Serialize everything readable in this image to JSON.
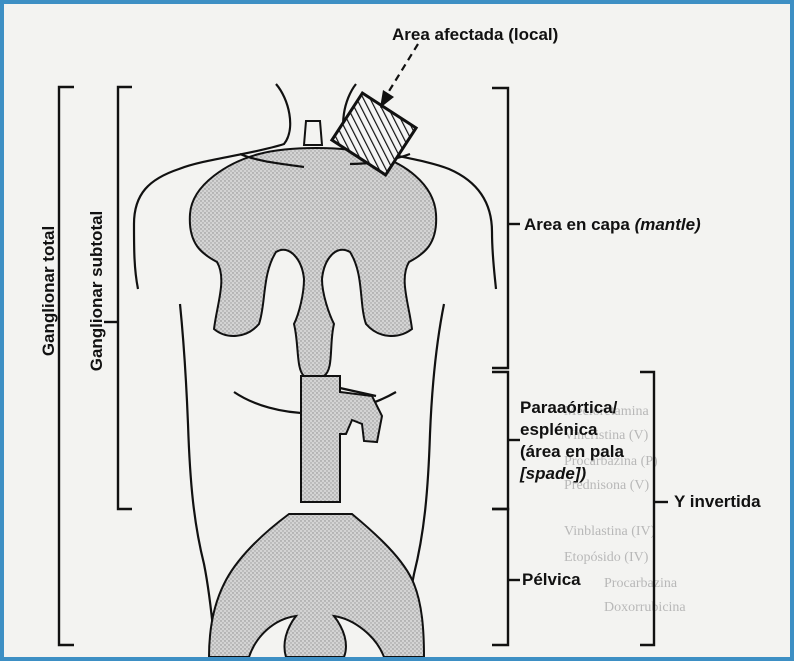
{
  "labels": {
    "area_afectada": "Area afectada (local)",
    "area_capa_prefix": "Area en capa",
    "area_capa_italic": "(mantle)",
    "paraaortica_1": "Paraaórtica/",
    "paraaortica_2": "esplénica",
    "paraaortica_3": "(área en pala",
    "paraaortica_4_italic": "[spade])",
    "y_invertida": "Y invertida",
    "pelvica": "Pélvica",
    "ganglionar_total": "Ganglionar total",
    "ganglionar_subtotal": "Ganglionar subtotal"
  },
  "background_text": {
    "line_1": "Mecloretamina",
    "line_2": "Vincristina (V)",
    "line_3": "Procarbazina (P)",
    "line_4": "Prednisona (V)",
    "line_5": "Vinblastina (IV)",
    "line_6": "Etopósido (IV)",
    "line_7": "Procarbazina",
    "line_8": "Doxorrubicina"
  },
  "colors": {
    "frame_border": "#3d8fc4",
    "paper": "#f3f3f1",
    "ink": "#111111",
    "shading": "#c9c9c9"
  }
}
